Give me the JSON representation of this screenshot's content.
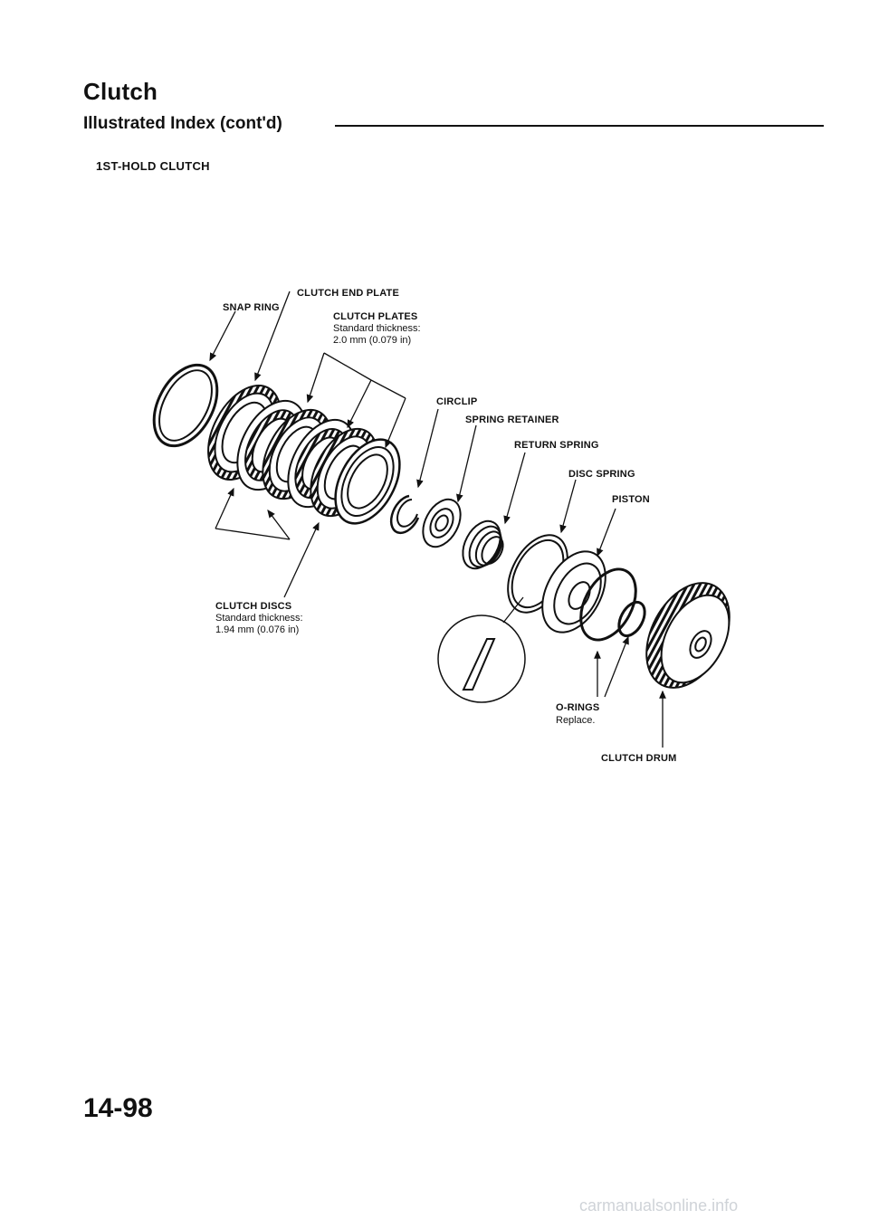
{
  "header": {
    "title": "Clutch",
    "subtitle": "Illustrated Index (cont'd)",
    "section": "1ST-HOLD CLUTCH"
  },
  "labels": {
    "snap_ring": "SNAP RING",
    "clutch_end_plate": "CLUTCH END PLATE",
    "clutch_plates": "CLUTCH PLATES",
    "clutch_plates_note1": "Standard thickness:",
    "clutch_plates_note2": "2.0 mm (0.079 in)",
    "circlip": "CIRCLIP",
    "spring_retainer": "SPRING RETAINER",
    "return_spring": "RETURN SPRING",
    "disc_spring": "DISC SPRING",
    "piston": "PISTON",
    "clutch_discs": "CLUTCH DISCS",
    "clutch_discs_note1": "Standard thickness:",
    "clutch_discs_note2": "1.94 mm (0.076 in)",
    "o_rings": "O-RINGS",
    "o_rings_note": "Replace.",
    "clutch_drum": "CLUTCH DRUM"
  },
  "page_number": "14-98",
  "watermark": "carmanualsonline.info"
}
